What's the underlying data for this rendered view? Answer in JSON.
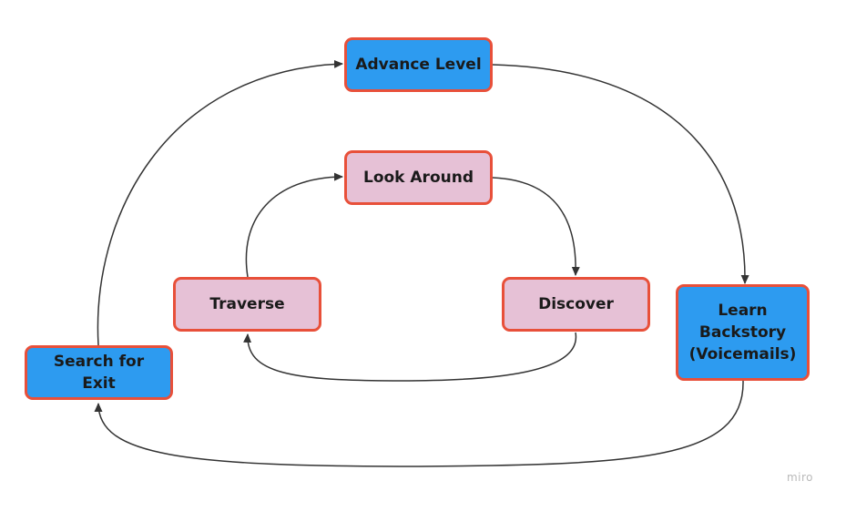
{
  "nodes": {
    "advance_level": {
      "label": "Advance Level",
      "color": "#2d9bf0"
    },
    "look_around": {
      "label": "Look Around",
      "color": "#e6c1d6"
    },
    "traverse": {
      "label": "Traverse",
      "color": "#e6c1d6"
    },
    "discover": {
      "label": "Discover",
      "color": "#e6c1d6"
    },
    "search_for_exit": {
      "label": "Search for Exit",
      "color": "#2d9bf0"
    },
    "learn_backstory": {
      "lines": [
        "Learn",
        "Backstory",
        "(Voicemails)"
      ],
      "color": "#2d9bf0"
    }
  },
  "edges": [
    {
      "from": "search_for_exit",
      "to": "advance_level"
    },
    {
      "from": "advance_level",
      "to": "learn_backstory"
    },
    {
      "from": "learn_backstory",
      "to": "search_for_exit"
    },
    {
      "from": "traverse",
      "to": "look_around"
    },
    {
      "from": "look_around",
      "to": "discover"
    },
    {
      "from": "discover",
      "to": "traverse"
    }
  ],
  "colors": {
    "border": "#e8503a",
    "arrow": "#333333"
  },
  "watermark": "miro"
}
